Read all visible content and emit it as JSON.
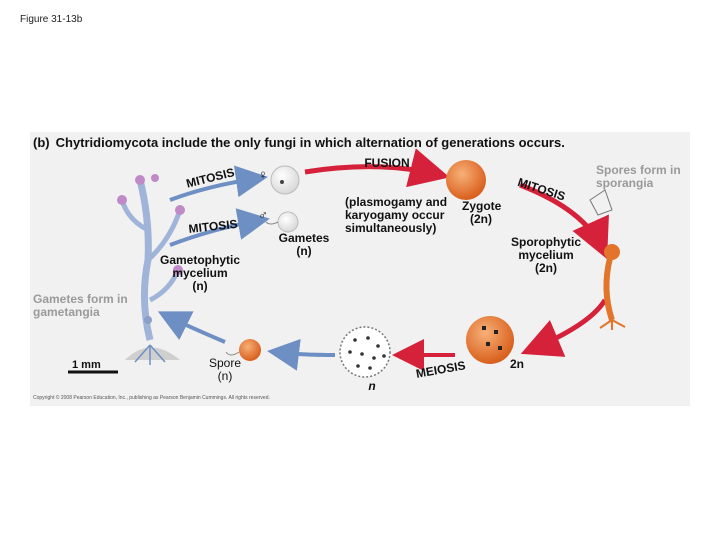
{
  "figure_label": "Figure 31-13b",
  "panel_letter": "(b)",
  "title": "Chytridiomycota include the only fungi in which alternation of generations occurs.",
  "labels": {
    "fusion": "FUSION",
    "spores_form": "Spores form in sporangia",
    "mitosis_top_left": "MITOSIS",
    "mitosis_mid_left": "MITOSIS",
    "mitosis_right": "MITOSIS",
    "plasmogamy_line1": "(plasmogamy and",
    "plasmogamy_line2": "karyogamy occur",
    "plasmogamy_line3": "simultaneously)",
    "zygote": "Zygote",
    "zygote_ploidy": "(2n)",
    "gametes": "Gametes",
    "gametes_ploidy": "(n)",
    "gametophytic_line1": "Gametophytic",
    "gametophytic_line2": "mycelium",
    "gametophytic_ploidy": "(n)",
    "sporophytic_line1": "Sporophytic",
    "sporophytic_line2": "mycelium",
    "sporophytic_ploidy": "(2n)",
    "gametes_form_line1": "Gametes form in",
    "gametes_form_line2": "gametangia",
    "spore": "Spore",
    "spore_ploidy": "(n)",
    "meiosis": "MEIOSIS",
    "n_label": "n",
    "two_n_label": "2n",
    "female_symbol": "♀",
    "male_symbol": "♂"
  },
  "scale_bar": "1 mm",
  "copyright": "Copyright © 2008 Pearson Education, Inc., publishing as Pearson Benjamin Cummings. All rights reserved.",
  "colors": {
    "arrow_red": "#d6213a",
    "arrow_blue": "#6d8fc4",
    "zygote_orange": "#e2752b",
    "spore_orange": "#f08a2e",
    "mycelium_blue": "#b9cbe6",
    "sporangium_purple": "#c08ac8"
  }
}
